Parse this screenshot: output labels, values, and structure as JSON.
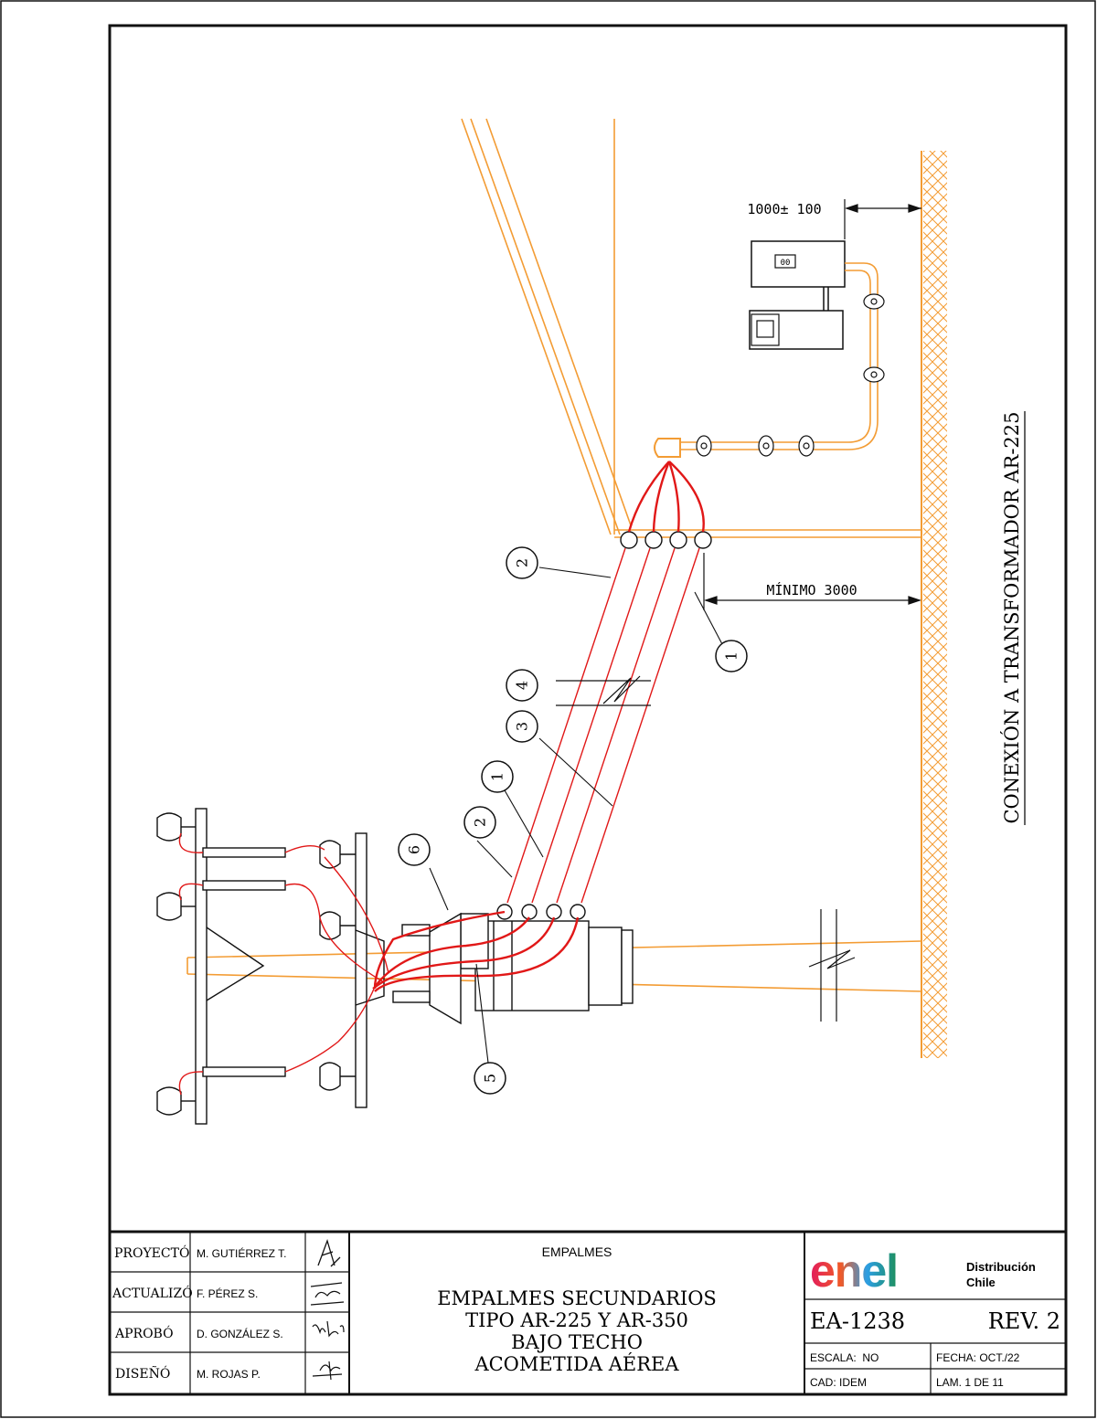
{
  "title_vertical": "CONEXIÓN A TRANSFORMADOR AR-225",
  "dimensions": {
    "top": "1000± 100",
    "minimum": "MÍNIMO 3000"
  },
  "callouts": [
    "1",
    "2",
    "3",
    "4",
    "5",
    "6"
  ],
  "title_block": {
    "roles": [
      {
        "role": "PROYECTÓ",
        "name": "M. GUTIÉRREZ T."
      },
      {
        "role": "ACTUALIZÓ",
        "name": "F. PÉREZ S."
      },
      {
        "role": "APROBÓ",
        "name": "D. GONZÁLEZ S."
      },
      {
        "role": "DISEÑÓ",
        "name": "M. ROJAS P."
      }
    ],
    "category": "EMPALMES",
    "title_lines": [
      "EMPALMES SECUNDARIOS",
      "TIPO AR-225 Y AR-350",
      "BAJO TECHO",
      "ACOMETIDA AÉREA"
    ],
    "logo_text": "enel",
    "brand_lines": [
      "Distribución",
      "Chile"
    ],
    "drawing_number": "EA-1238",
    "revision": "REV. 2",
    "escala": "ESCALA:  NO",
    "fecha": "FECHA: OCT./22",
    "cad": "CAD: IDEM",
    "lamina": "LAM. 1 DE 11"
  },
  "colors": {
    "structure": "#f39c34",
    "conductor": "#e11818",
    "ink": "#111111"
  }
}
